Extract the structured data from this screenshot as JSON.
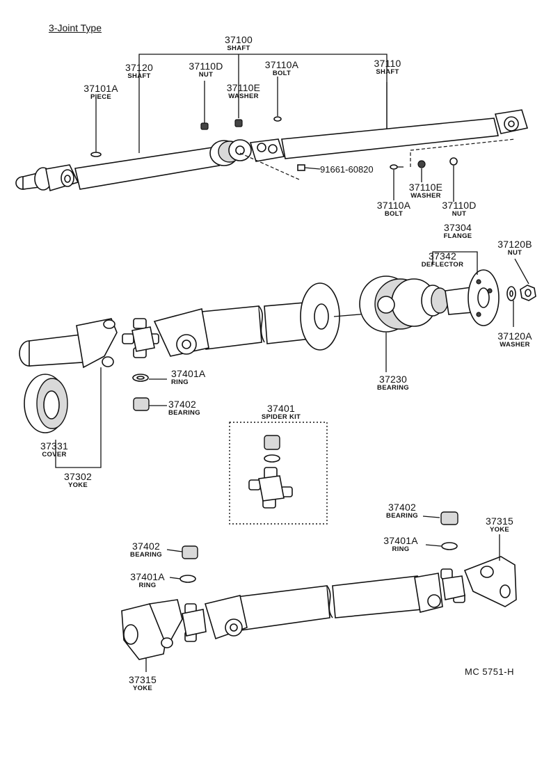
{
  "title": "3-Joint Type",
  "drawing_code": "MC 5751-H",
  "bolt_part_number": "91661-60820",
  "labels": {
    "shaft_37100": {
      "num": "37100",
      "name": "SHAFT"
    },
    "shaft_37120": {
      "num": "37120",
      "name": "SHAFT"
    },
    "nut_37110d_top": {
      "num": "37110D",
      "name": "NUT"
    },
    "bolt_37110a_top": {
      "num": "37110A",
      "name": "BOLT"
    },
    "shaft_37110": {
      "num": "37110",
      "name": "SHAFT"
    },
    "piece_37101a": {
      "num": "37101A",
      "name": "PIECE"
    },
    "washer_37110e_top": {
      "num": "37110E",
      "name": "WASHER"
    },
    "washer_37110e_right": {
      "num": "37110E",
      "name": "WASHER"
    },
    "bolt_37110a_right": {
      "num": "37110A",
      "name": "BOLT"
    },
    "nut_37110d_right": {
      "num": "37110D",
      "name": "NUT"
    },
    "flange_37304": {
      "num": "37304",
      "name": "FLANGE"
    },
    "deflector_37342": {
      "num": "37342",
      "name": "DEFLECTOR"
    },
    "nut_37120b": {
      "num": "37120B",
      "name": "NUT"
    },
    "washer_37120a": {
      "num": "37120A",
      "name": "WASHER"
    },
    "bearing_37230": {
      "num": "37230",
      "name": "BEARING"
    },
    "ring_37401a_mid": {
      "num": "37401A",
      "name": "RING"
    },
    "bearing_37402_mid": {
      "num": "37402",
      "name": "BEARING"
    },
    "spider_kit_37401": {
      "num": "37401",
      "name": "SPIDER KIT"
    },
    "cover_37331": {
      "num": "37331",
      "name": "COVER"
    },
    "yoke_37302": {
      "num": "37302",
      "name": "YOKE"
    },
    "bearing_37402_right": {
      "num": "37402",
      "name": "BEARING"
    },
    "yoke_37315_right": {
      "num": "37315",
      "name": "YOKE"
    },
    "ring_37401a_right": {
      "num": "37401A",
      "name": "RING"
    },
    "bearing_37402_left": {
      "num": "37402",
      "name": "BEARING"
    },
    "ring_37401a_left": {
      "num": "37401A",
      "name": "RING"
    },
    "yoke_37315_left": {
      "num": "37315",
      "name": "YOKE"
    }
  }
}
